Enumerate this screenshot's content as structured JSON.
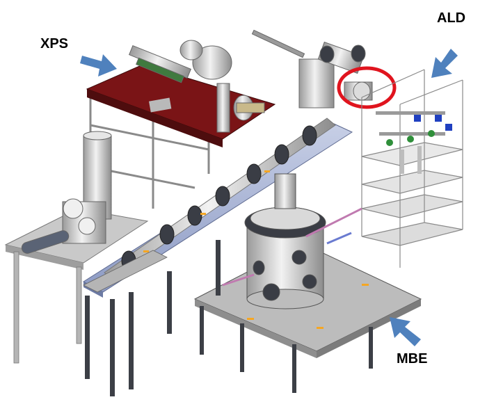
{
  "labels": {
    "xps": "XPS",
    "ald": "ALD",
    "mbe": "MBE"
  },
  "colors": {
    "arrow": "#4f81bd",
    "highlight_circle": "#e0141e",
    "xps_platform": "#7a1416",
    "rail": "#a9b5d6",
    "table": "#bdbdbd",
    "frame": "#3c3f46"
  },
  "illustration": "uhv-cluster-tool-render"
}
